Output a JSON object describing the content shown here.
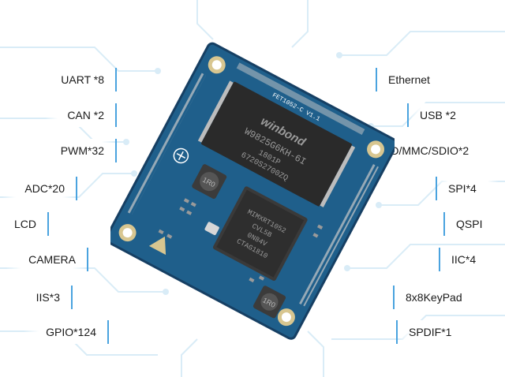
{
  "left_features": [
    "UART *8",
    "CAN *2",
    "PWM*32",
    "ADC*20",
    "LCD",
    "CAMERA",
    "IIS*3",
    "GPIO*124"
  ],
  "right_features": [
    "Ethernet",
    "USB *2",
    "SD/MMC/SDIO*2",
    "SPI*4",
    "QSPI",
    "IIC*4",
    "8x8KeyPad",
    "SPDIF*1"
  ],
  "board": {
    "name": "FET1052-C V1.1",
    "memory_chip": {
      "brand": "winbond",
      "part": "W9825G6KH-6I",
      "code1": "1801P",
      "code2": "6720S2700ZQ"
    },
    "cpu_chip": {
      "line1": "MIMXRT1052",
      "line2": "CVL5B",
      "line3": "0N84V",
      "line4": "CTAG1810"
    },
    "inductor1": "1R0",
    "inductor2": "1R0"
  },
  "colors": {
    "pcb": "#1f5f8b",
    "pcb_edge": "#163f63",
    "accent": "#4aa3df"
  }
}
